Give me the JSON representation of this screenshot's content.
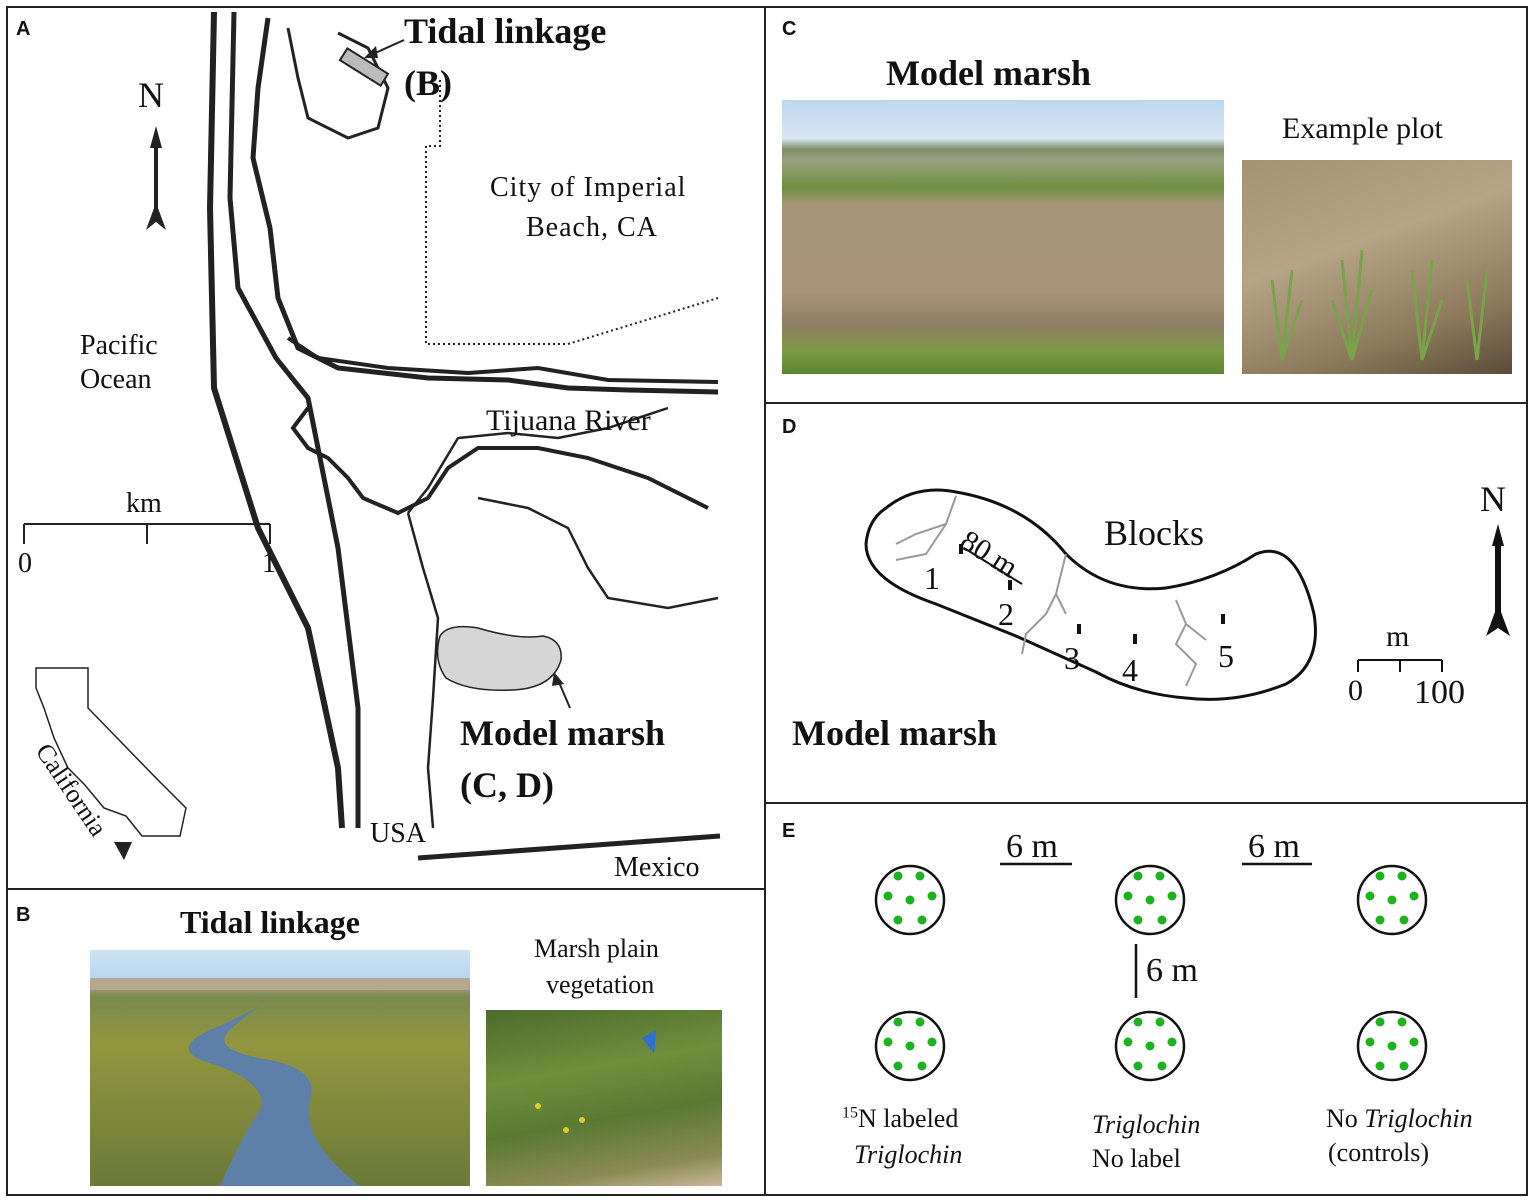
{
  "panelA": {
    "letter": "A",
    "tidal_linkage": "Tidal linkage",
    "tidal_linkage_ref": "(B)",
    "north": "N",
    "city_line1": "City of Imperial",
    "city_line2": "Beach, CA",
    "ocean_line1": "Pacific",
    "ocean_line2": "Ocean",
    "river": "Tijuana River",
    "scale_unit": "km",
    "scale_min": "0",
    "scale_max": "1",
    "state": "California",
    "model_marsh": "Model marsh",
    "model_marsh_ref": "(C, D)",
    "usa": "USA",
    "mexico": "Mexico"
  },
  "panelB": {
    "letter": "B",
    "title": "Tidal linkage",
    "caption_line1": "Marsh plain",
    "caption_line2": "vegetation"
  },
  "panelC": {
    "letter": "C",
    "title": "Model marsh",
    "example_plot": "Example plot"
  },
  "panelD": {
    "letter": "D",
    "blocks_label": "Blocks",
    "distance": "80 m",
    "blocks": [
      "1",
      "2",
      "3",
      "4",
      "5"
    ],
    "north": "N",
    "scale_unit": "m",
    "scale_min": "0",
    "scale_max": "100",
    "title": "Model marsh"
  },
  "panelE": {
    "letter": "E",
    "spacing": "6 m",
    "col1_sup": "15",
    "col1_line1_rest": "N labeled",
    "col1_line2": "Triglochin",
    "col2_line1": "Triglochin",
    "col2_line2": "No label",
    "col3_line1_prefix": "No ",
    "col3_line1_italic": "Triglochin",
    "col3_line2": "(controls)",
    "dot_color": "#1db31d"
  }
}
